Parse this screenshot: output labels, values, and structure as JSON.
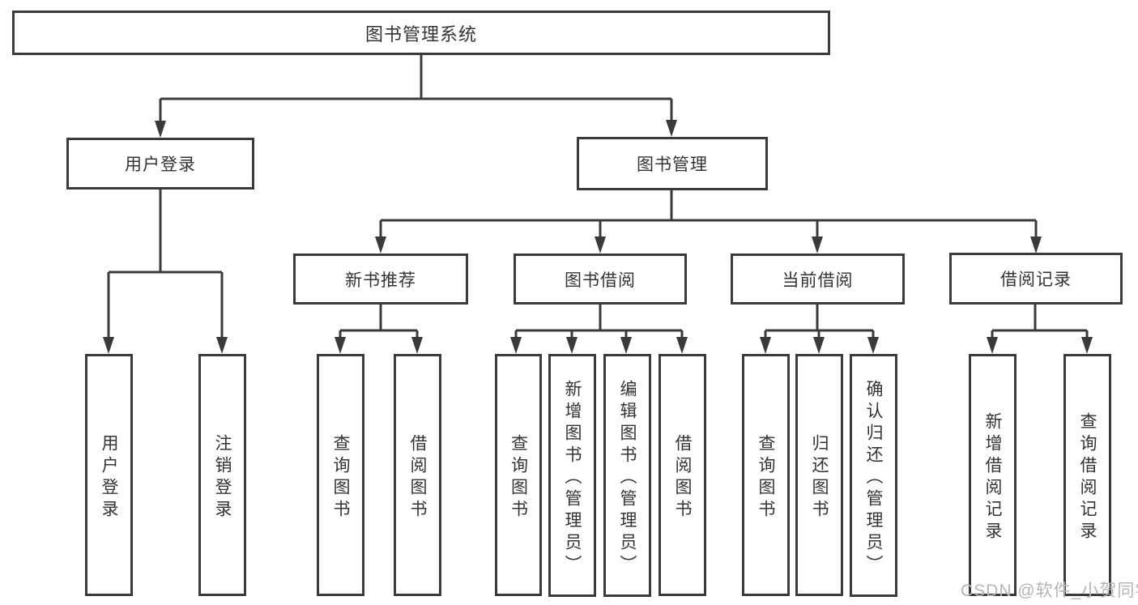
{
  "diagram_title": "图书管理系统",
  "structure": {
    "root": {
      "label": "图书管理系统",
      "children": [
        {
          "label": "用户登录",
          "children": [
            {
              "label": "用户登录"
            },
            {
              "label": "注销登录"
            }
          ]
        },
        {
          "label": "图书管理",
          "children": [
            {
              "label": "新书推荐",
              "children": [
                {
                  "label": "查询图书"
                },
                {
                  "label": "借阅图书"
                }
              ]
            },
            {
              "label": "图书借阅",
              "children": [
                {
                  "label": "查询图书"
                },
                {
                  "label": "新增图书（管理员）"
                },
                {
                  "label": "编辑图书（管理员）"
                },
                {
                  "label": "借阅图书"
                }
              ]
            },
            {
              "label": "当前借阅",
              "children": [
                {
                  "label": "查询图书"
                },
                {
                  "label": "归还图书"
                },
                {
                  "label": "确认归还（管理员）"
                }
              ]
            },
            {
              "label": "借阅记录",
              "children": [
                {
                  "label": "新增借阅记录"
                },
                {
                  "label": "查询借阅记录"
                }
              ]
            }
          ]
        }
      ]
    }
  },
  "watermark": {
    "text": "CSDN @软件_小贺同学"
  },
  "colors": {
    "line": "#3a3a3a",
    "box_border": "#3a3a3a",
    "box_fill": "#ffffff",
    "text": "#333333",
    "watermark": "#b5b5b5",
    "background": "#ffffff"
  }
}
